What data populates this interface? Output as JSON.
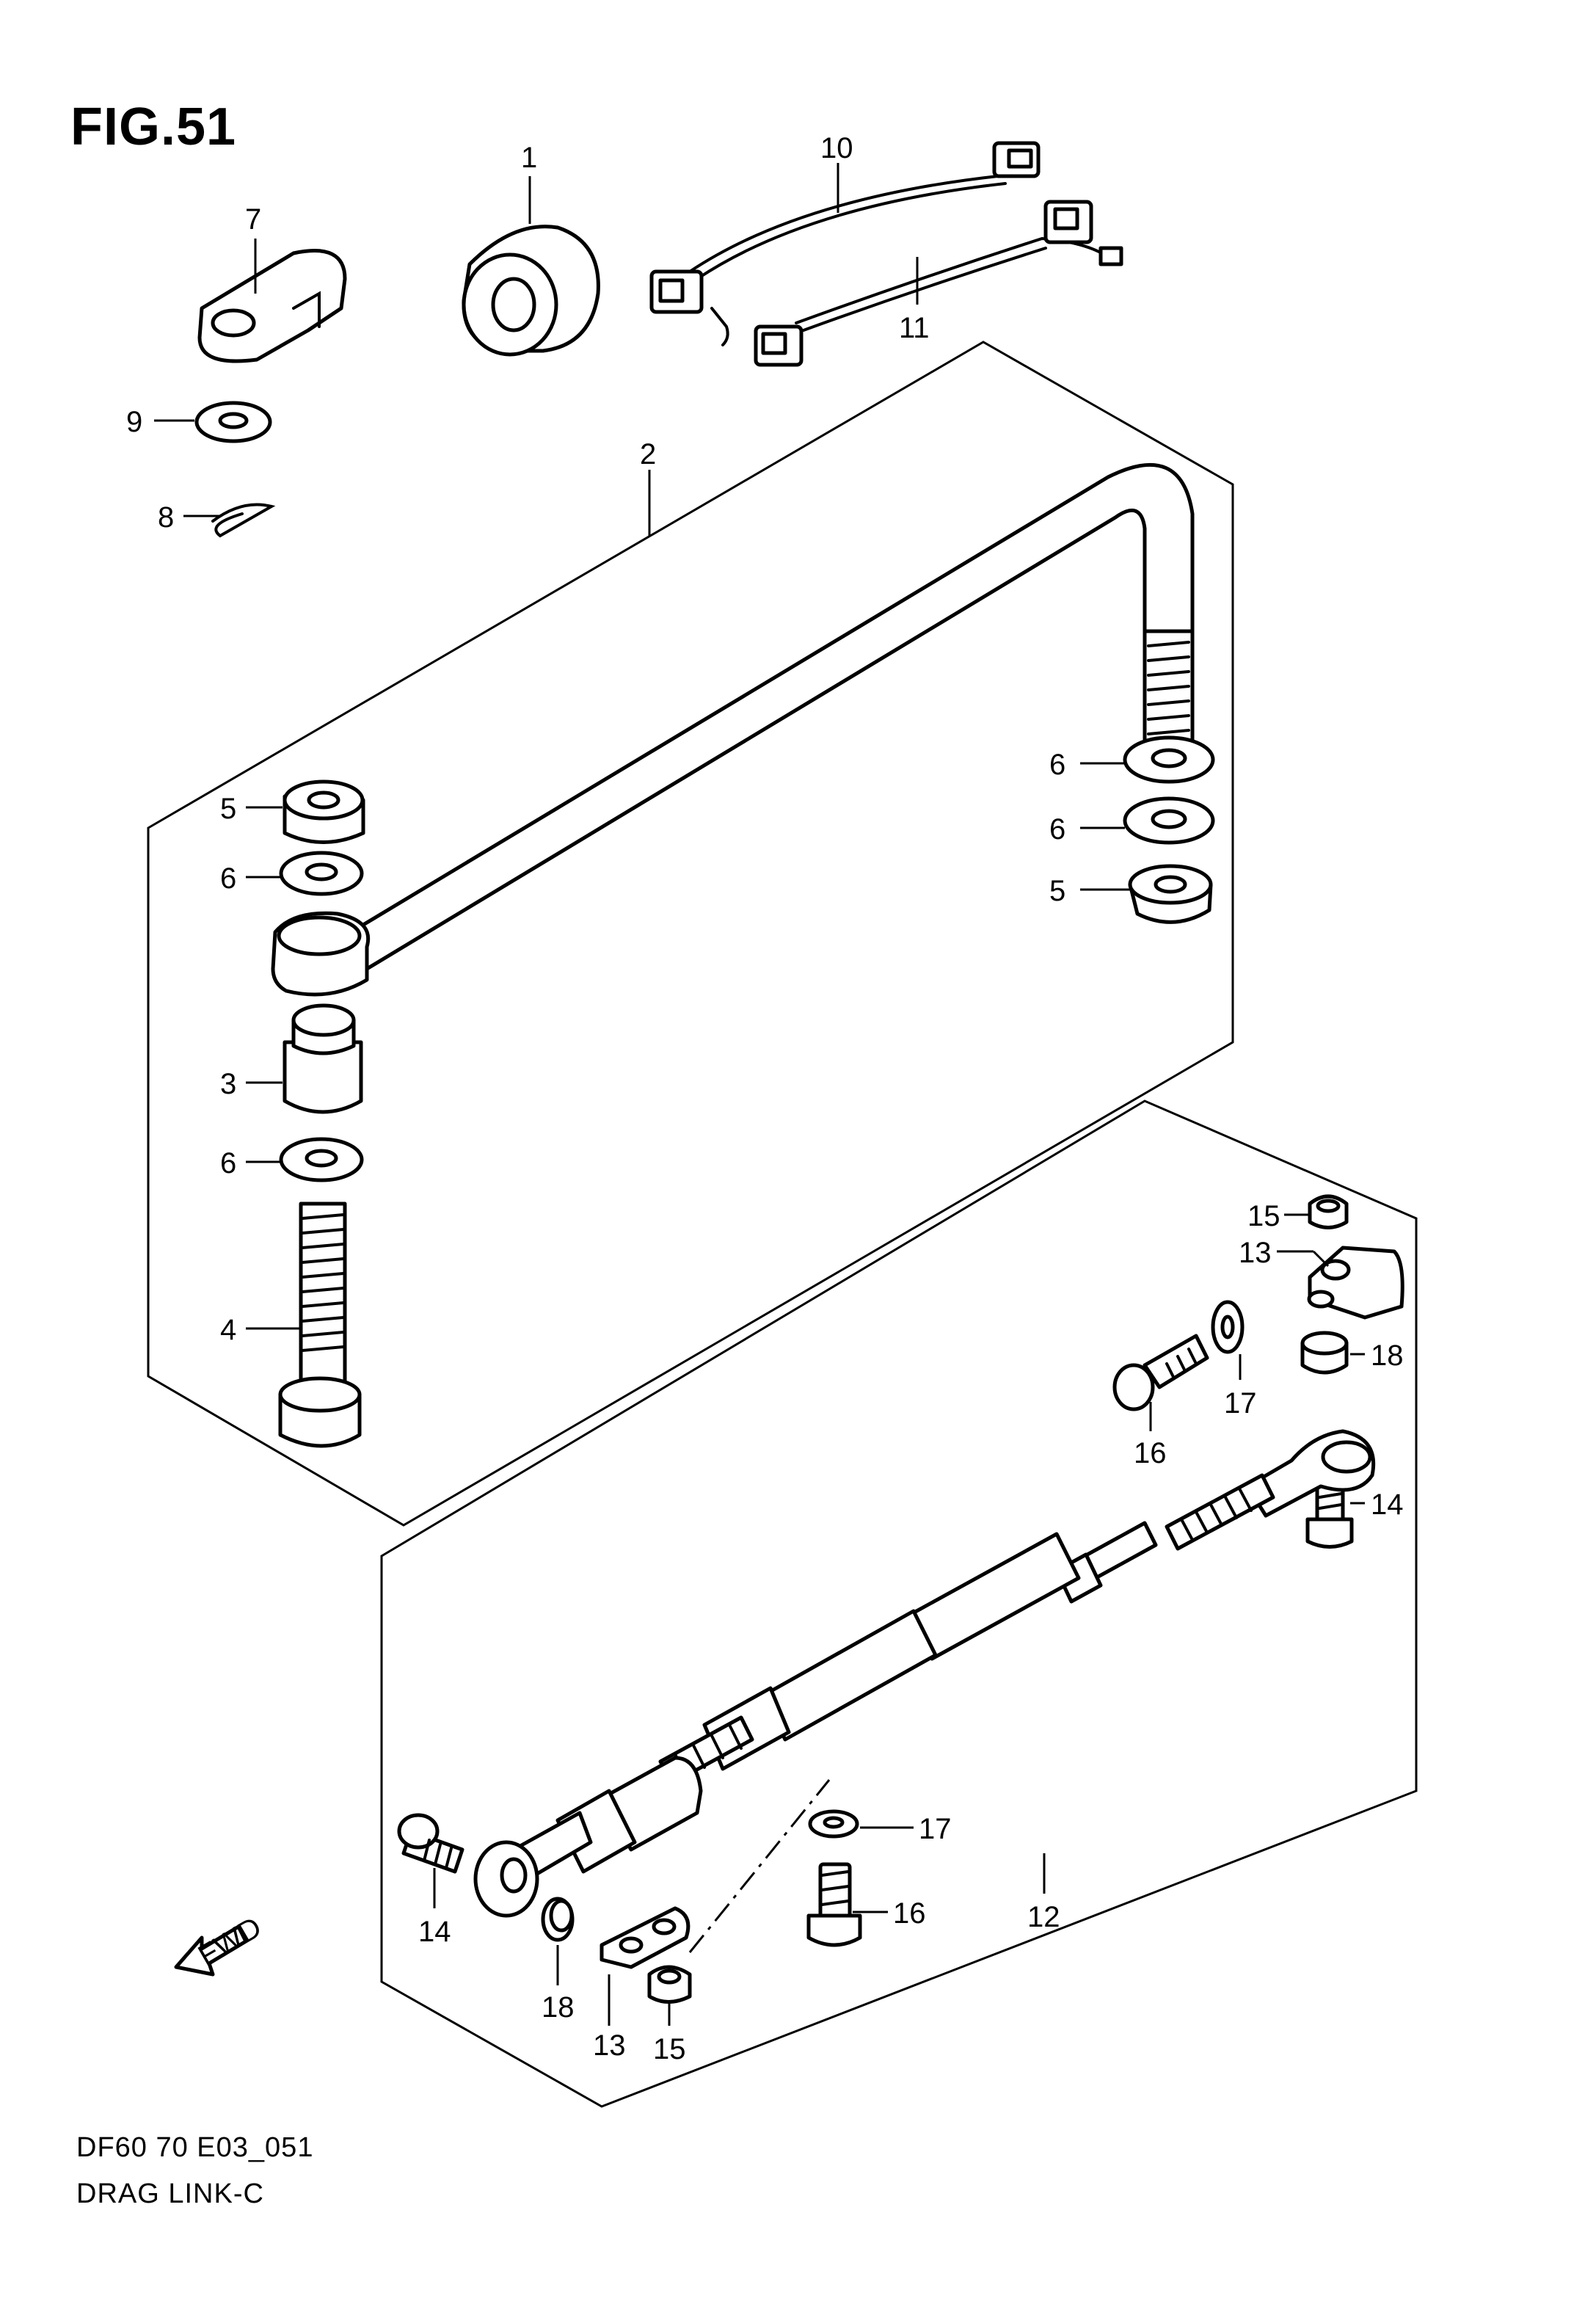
{
  "figure": {
    "title": "FIG.51",
    "code": "DF60 70 E03_051",
    "name": "DRAG LINK-C",
    "fwd_label": "FWD"
  },
  "callouts": [
    {
      "id": "c1",
      "label": "1"
    },
    {
      "id": "c2",
      "label": "2"
    },
    {
      "id": "c3",
      "label": "3"
    },
    {
      "id": "c4",
      "label": "4"
    },
    {
      "id": "c5a",
      "label": "5"
    },
    {
      "id": "c5b",
      "label": "5"
    },
    {
      "id": "c6a",
      "label": "6"
    },
    {
      "id": "c6b",
      "label": "6"
    },
    {
      "id": "c6c",
      "label": "6"
    },
    {
      "id": "c6d",
      "label": "6"
    },
    {
      "id": "c7",
      "label": "7"
    },
    {
      "id": "c8",
      "label": "8"
    },
    {
      "id": "c9",
      "label": "9"
    },
    {
      "id": "c10",
      "label": "10"
    },
    {
      "id": "c11",
      "label": "11"
    },
    {
      "id": "c12",
      "label": "12"
    },
    {
      "id": "c13a",
      "label": "13"
    },
    {
      "id": "c13b",
      "label": "13"
    },
    {
      "id": "c14a",
      "label": "14"
    },
    {
      "id": "c14b",
      "label": "14"
    },
    {
      "id": "c15a",
      "label": "15"
    },
    {
      "id": "c15b",
      "label": "15"
    },
    {
      "id": "c16a",
      "label": "16"
    },
    {
      "id": "c16b",
      "label": "16"
    },
    {
      "id": "c17a",
      "label": "17"
    },
    {
      "id": "c17b",
      "label": "17"
    },
    {
      "id": "c18a",
      "label": "18"
    },
    {
      "id": "c18b",
      "label": "18"
    }
  ]
}
